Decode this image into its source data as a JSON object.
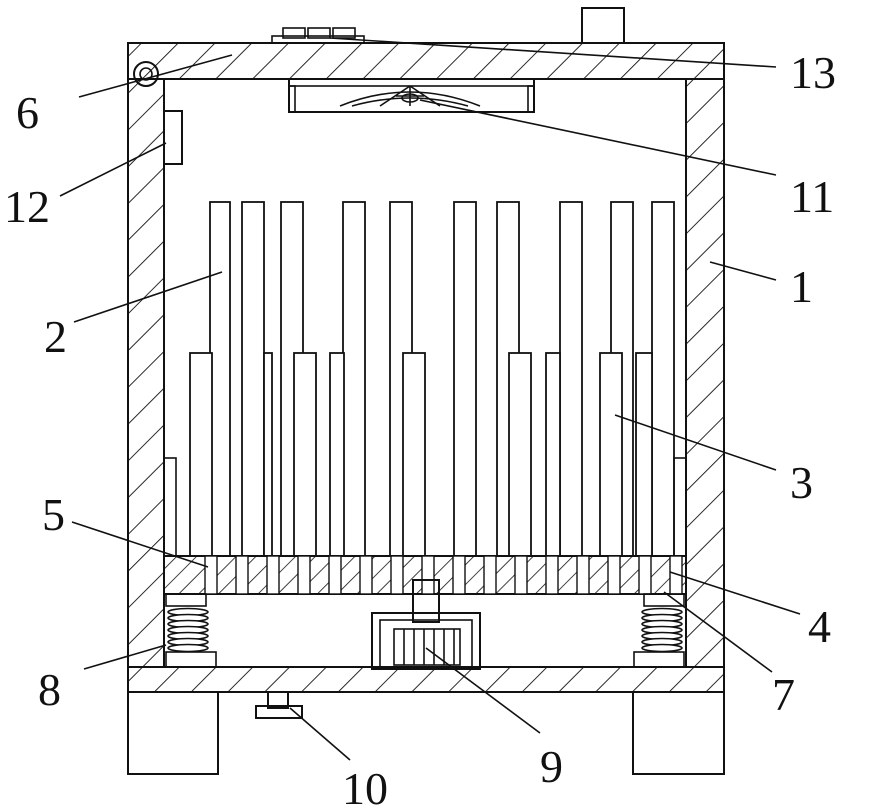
{
  "figure": {
    "callouts": [
      {
        "id": "1",
        "text": "1"
      },
      {
        "id": "2",
        "text": "2"
      },
      {
        "id": "3",
        "text": "3"
      },
      {
        "id": "4",
        "text": "4"
      },
      {
        "id": "5",
        "text": "5"
      },
      {
        "id": "6",
        "text": "6"
      },
      {
        "id": "7",
        "text": "7"
      },
      {
        "id": "8",
        "text": "8"
      },
      {
        "id": "9",
        "text": "9"
      },
      {
        "id": "10",
        "text": "10"
      },
      {
        "id": "11",
        "text": "11"
      },
      {
        "id": "12",
        "text": "12"
      },
      {
        "id": "13",
        "text": "13"
      }
    ],
    "colors": {
      "ink": "#111111",
      "paper": "#ffffff"
    }
  }
}
